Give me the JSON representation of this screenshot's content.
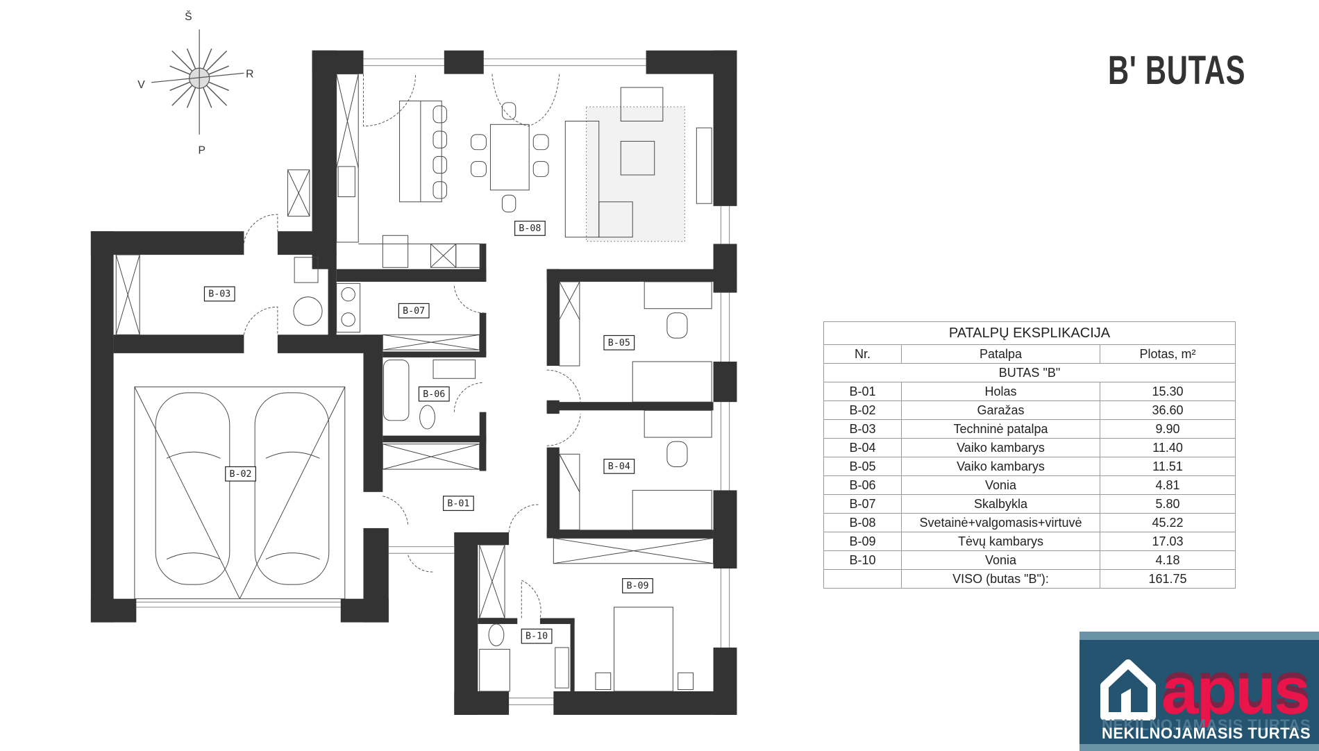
{
  "title": "B' BUTAS",
  "compass": {
    "north": "Š",
    "south": "P",
    "east": "R",
    "west": "V"
  },
  "rooms": [
    "B-01",
    "B-02",
    "B-03",
    "B-04",
    "B-05",
    "B-06",
    "B-07",
    "B-08",
    "B-09",
    "B-10"
  ],
  "table": {
    "title": "PATALPŲ EKSPLIKACIJA",
    "headers": [
      "Nr.",
      "Patalpa",
      "Plotas, m²"
    ],
    "section": "BUTAS \"B\"",
    "rows": [
      {
        "nr": "B-01",
        "name": "Holas",
        "area": "15.30"
      },
      {
        "nr": "B-02",
        "name": "Garažas",
        "area": "36.60"
      },
      {
        "nr": "B-03",
        "name": "Techninė patalpa",
        "area": "9.90"
      },
      {
        "nr": "B-04",
        "name": "Vaiko kambarys",
        "area": "11.40"
      },
      {
        "nr": "B-05",
        "name": "Vaiko kambarys",
        "area": "11.51"
      },
      {
        "nr": "B-06",
        "name": "Vonia",
        "area": "4.81"
      },
      {
        "nr": "B-07",
        "name": "Skalbykla",
        "area": "5.80"
      },
      {
        "nr": "B-08",
        "name": "Svetainė+valgomasis+virtuvė",
        "area": "45.22"
      },
      {
        "nr": "B-09",
        "name": "Tėvų kambarys",
        "area": "17.03"
      },
      {
        "nr": "B-10",
        "name": "Vonia",
        "area": "4.18"
      }
    ],
    "total_label": "VISO (butas \"B\"):",
    "total_area": "161.75"
  },
  "logo": {
    "brand": "apus",
    "tagline": "NEKILNOJAMASIS TURTAS",
    "bg": "#24546f",
    "accent": "#e8144a"
  }
}
